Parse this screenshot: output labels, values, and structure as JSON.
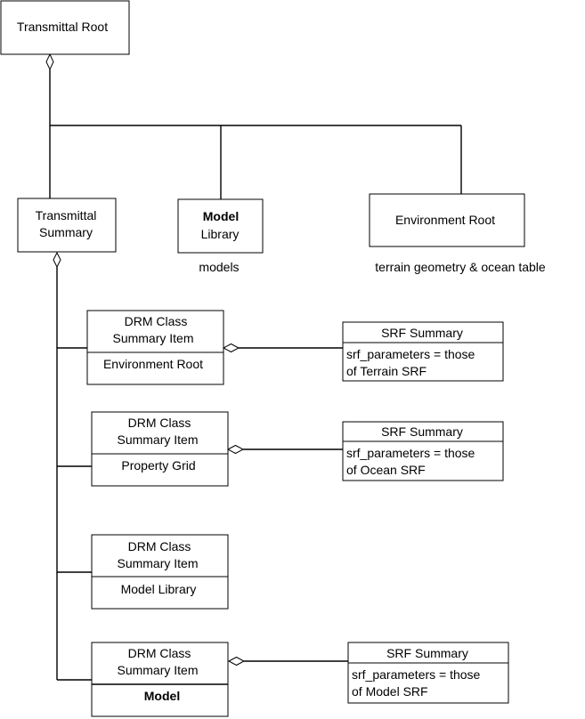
{
  "nodes": {
    "transmittal_root": {
      "label": "Transmittal Root"
    },
    "transmittal_summary": {
      "line1": "Transmittal",
      "line2": "Summary"
    },
    "model_library": {
      "line1": "Model",
      "line2": "Library",
      "caption": "models"
    },
    "environment_root": {
      "label": "Environment Root",
      "caption": "terrain geometry & ocean table"
    }
  },
  "summary_items": [
    {
      "line1": "DRM Class",
      "line2": "Summary Item",
      "name": "Environment Root",
      "name_bold": false
    },
    {
      "line1": "DRM Class",
      "line2": "Summary Item",
      "name": "Property Grid",
      "name_bold": false
    },
    {
      "line1": "DRM Class",
      "line2": "Summary Item",
      "name": "Model Library",
      "name_bold": false
    },
    {
      "line1": "DRM Class",
      "line2": "Summary Item",
      "name": "Model",
      "name_bold": true
    }
  ],
  "srf_summaries": [
    {
      "title": "SRF Summary",
      "line1": "srf_parameters = those",
      "line2": "of Terrain SRF"
    },
    {
      "title": "SRF Summary",
      "line1": "srf_parameters = those",
      "line2": "of Ocean SRF"
    },
    {
      "title": "SRF Summary",
      "line1": "srf_parameters = those",
      "line2": "of Model SRF"
    }
  ]
}
